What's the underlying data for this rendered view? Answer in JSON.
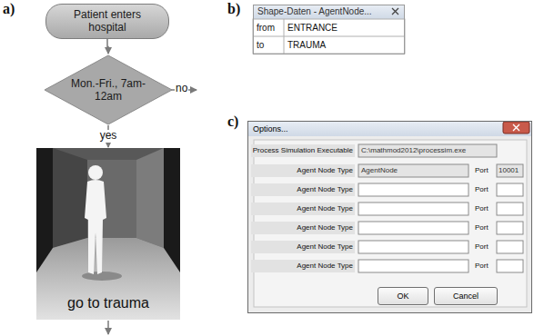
{
  "diagram": {
    "nodes": [
      {
        "text": [
          "Patient enters hospital"
        ]
      },
      {
        "text": [
          "Mon.-Fri., 7am-12am"
        ]
      },
      {
        "text": [
          "go to trauma"
        ]
      },
      {
        "text": [
          "Shape-Daten - AgentNode..."
        ]
      },
      {
        "text": [
          "Options..."
        ]
      },
      {
        "text": [
          "OK"
        ],
        "in": 4
      },
      {
        "text": [
          "Cancel"
        ],
        "in": 4
      }
    ],
    "edges": [
      {
        "from": 0,
        "to": 1,
        "arrow": "to"
      },
      {
        "from": 1,
        "to": 2,
        "label": "yes",
        "arrow": "to"
      }
    ],
    "labels": [
      "a)",
      "no",
      "b)",
      "from",
      "ENTRANCE",
      "to",
      "TRAUMA",
      "c)",
      "Process Simulation Executable",
      "C:\\mathmod2012\\processim.exe",
      "Agent Node Type",
      "AgentNode",
      "Port",
      "10001",
      "Agent Node Type",
      "Port",
      "Agent Node Type",
      "Port",
      "Agent Node Type",
      "Port",
      "Agent Node Type",
      "Port",
      "Agent Node Type",
      "Port"
    ]
  }
}
